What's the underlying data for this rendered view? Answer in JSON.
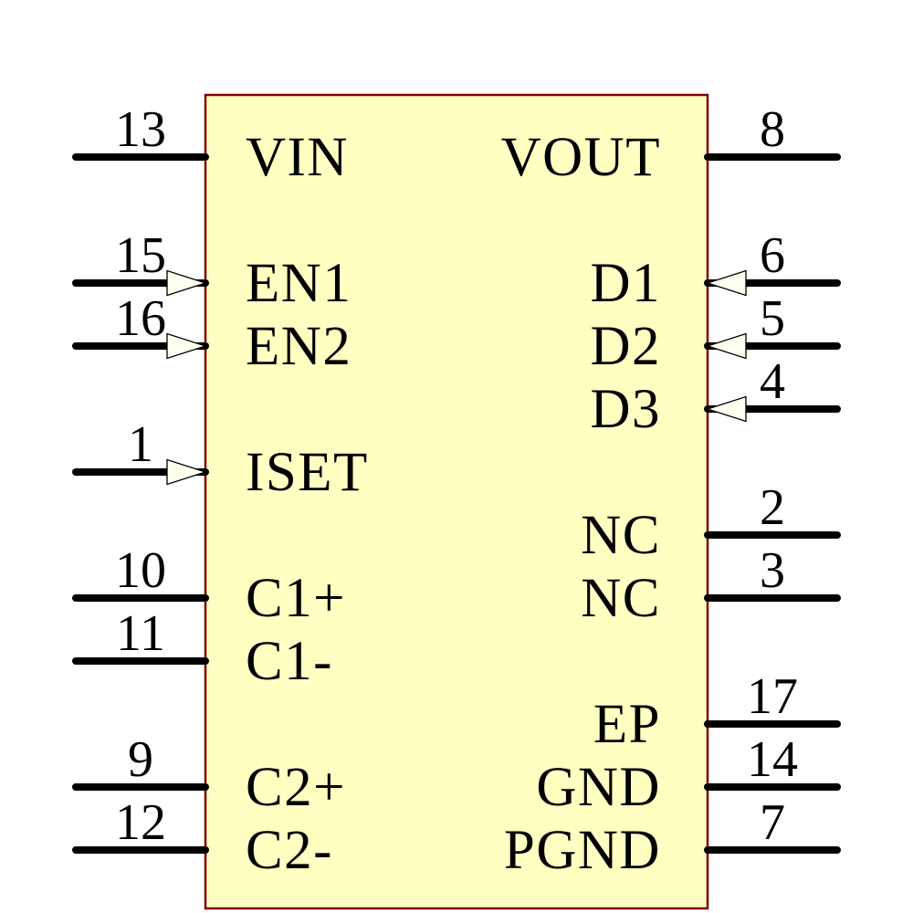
{
  "diagram": {
    "kind": "ic-schematic-symbol",
    "colors": {
      "background": "#FFFFFF",
      "body_fill": "#FFFFC2",
      "body_border": "#800000",
      "pin_line": "#000000",
      "text": "#000000",
      "arrow_fill": "#FFFFF0",
      "arrow_stroke": "#000000"
    },
    "pins": {
      "left": [
        {
          "number": "13",
          "name": "VIN",
          "row": 0,
          "arrow": false
        },
        {
          "number": "15",
          "name": "EN1",
          "row": 2,
          "arrow": true
        },
        {
          "number": "16",
          "name": "EN2",
          "row": 3,
          "arrow": true
        },
        {
          "number": "1",
          "name": "ISET",
          "row": 5,
          "arrow": true
        },
        {
          "number": "10",
          "name": "C1+",
          "row": 7,
          "arrow": false
        },
        {
          "number": "11",
          "name": "C1-",
          "row": 8,
          "arrow": false
        },
        {
          "number": "9",
          "name": "C2+",
          "row": 10,
          "arrow": false
        },
        {
          "number": "12",
          "name": "C2-",
          "row": 11,
          "arrow": false
        }
      ],
      "right": [
        {
          "number": "8",
          "name": "VOUT",
          "row": 0,
          "arrow": false
        },
        {
          "number": "6",
          "name": "D1",
          "row": 2,
          "arrow": true
        },
        {
          "number": "5",
          "name": "D2",
          "row": 3,
          "arrow": true
        },
        {
          "number": "4",
          "name": "D3",
          "row": 4,
          "arrow": true
        },
        {
          "number": "2",
          "name": "NC",
          "row": 6,
          "arrow": false
        },
        {
          "number": "3",
          "name": "NC",
          "row": 7,
          "arrow": false
        },
        {
          "number": "17",
          "name": "EP",
          "row": 9,
          "arrow": false
        },
        {
          "number": "14",
          "name": "GND",
          "row": 10,
          "arrow": false
        },
        {
          "number": "7",
          "name": "PGND",
          "row": 11,
          "arrow": false
        }
      ]
    }
  }
}
